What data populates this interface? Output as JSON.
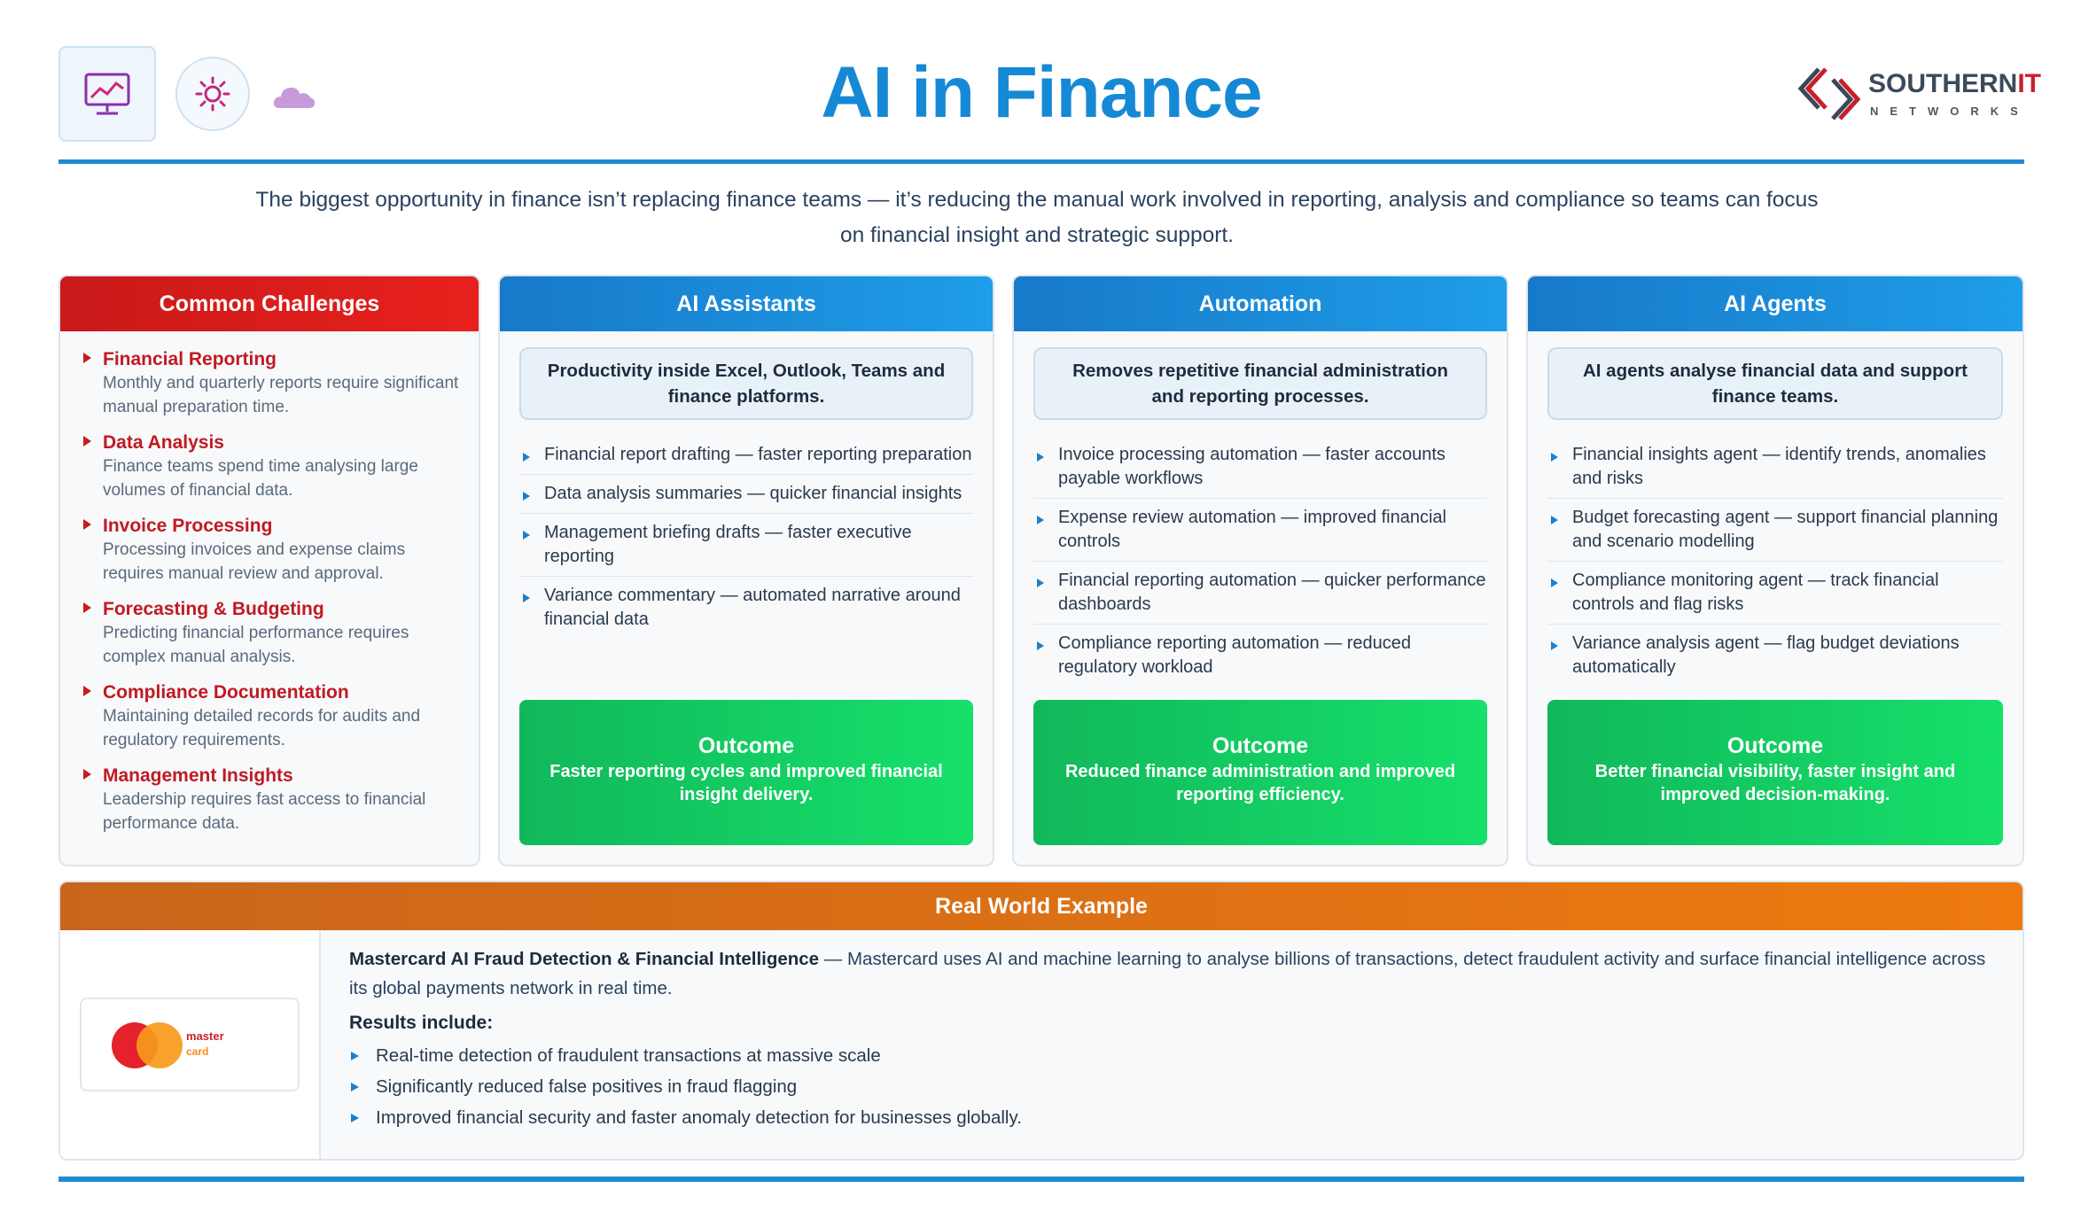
{
  "header": {
    "title": "AI in Finance",
    "logo_main": "SOUTHERN",
    "logo_accent": "IT",
    "logo_sub": "NETWORKS"
  },
  "intro": "The biggest opportunity in finance isn’t replacing finance teams — it’s reducing the manual work involved in reporting, analysis and compliance so teams can focus on financial insight and strategic support.",
  "challenges": {
    "title": "Common Challenges",
    "items": [
      {
        "title": "Financial Reporting",
        "desc": "Monthly and quarterly reports require significant manual preparation time."
      },
      {
        "title": "Data Analysis",
        "desc": "Finance teams spend time analysing large volumes of financial data."
      },
      {
        "title": "Invoice Processing",
        "desc": "Processing invoices and expense claims requires manual review and approval."
      },
      {
        "title": "Forecasting & Budgeting",
        "desc": "Predicting financial performance requires complex manual analysis."
      },
      {
        "title": "Compliance Documentation",
        "desc": "Maintaining detailed records for audits and regulatory requirements."
      },
      {
        "title": "Management Insights",
        "desc": "Leadership requires fast access to financial performance data."
      }
    ]
  },
  "columns": [
    {
      "title": "AI Assistants",
      "summary": "Productivity inside Excel, Outlook, Teams and finance platforms.",
      "items": [
        "Financial report drafting — faster reporting preparation",
        "Data analysis summaries — quicker financial insights",
        "Management briefing drafts — faster executive reporting",
        "Variance commentary — automated narrative around financial data"
      ],
      "outcome_title": "Outcome",
      "outcome_text": "Faster reporting cycles and improved financial insight delivery."
    },
    {
      "title": "Automation",
      "summary": "Removes repetitive financial administration and reporting processes.",
      "items": [
        "Invoice processing automation — faster accounts payable workflows",
        "Expense review automation — improved financial controls",
        "Financial reporting automation — quicker performance dashboards",
        "Compliance reporting automation — reduced regulatory workload"
      ],
      "outcome_title": "Outcome",
      "outcome_text": "Reduced finance administration and improved reporting efficiency."
    },
    {
      "title": "AI Agents",
      "summary": "AI agents analyse financial data and support finance teams.",
      "items": [
        "Financial insights agent — identify trends, anomalies and risks",
        "Budget forecasting agent — support financial planning and scenario modelling",
        "Compliance monitoring agent — track financial controls and flag risks",
        "Variance analysis agent — flag budget deviations automatically"
      ],
      "outcome_title": "Outcome",
      "outcome_text": "Better financial visibility, faster insight and improved decision-making."
    }
  ],
  "real_world": {
    "title": "Real World Example",
    "logo_word1": "master",
    "logo_word2": "card",
    "lead": "Mastercard AI Fraud Detection & Financial Intelligence",
    "text": " — Mastercard uses AI and machine learning to analyse billions of transactions, detect fraudulent activity and surface financial intelligence across its global payments network in real time.",
    "results_label": "Results include:",
    "results": [
      "Real-time detection of fraudulent transactions at massive scale",
      "Significantly reduced false positives in fraud flagging",
      "Improved financial security and faster anomaly detection for businesses globally."
    ]
  },
  "colors": {
    "title_blue": "#1689d6",
    "challenge_red": "#c01a22",
    "outcome_green": "#16e06a",
    "example_orange": "#ee7a10"
  },
  "icons": [
    "monitor-chart-icon",
    "gear-icon",
    "cloud-icon",
    "southern-it-logo",
    "mastercard-logo"
  ]
}
